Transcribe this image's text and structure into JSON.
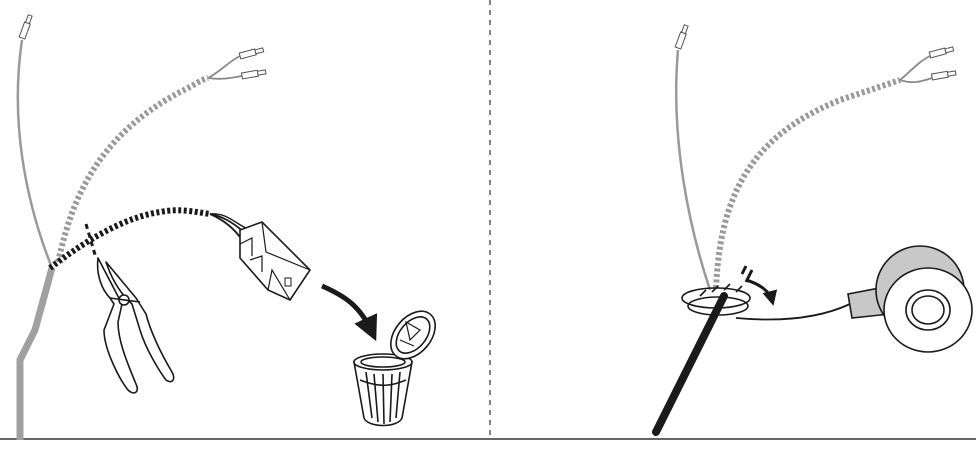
{
  "figure": {
    "panels": [
      {
        "id": "left",
        "steps": [
          "cut-wire",
          "discard-connector"
        ]
      },
      {
        "id": "right",
        "steps": [
          "wrap-tape",
          "insulate-junction"
        ]
      }
    ],
    "colors": {
      "line": "#1a1a1a",
      "wire_gray": "#9a9a9a",
      "wire_dark": "#1a1a1a",
      "tape_gray": "#c8c8c8",
      "background": "#ffffff"
    },
    "icons": [
      "wire-cutter-icon",
      "trash-can-icon",
      "tape-roll-icon",
      "curved-arrow-icon",
      "connector-plug-icon",
      "terminal-clip-icon"
    ]
  }
}
